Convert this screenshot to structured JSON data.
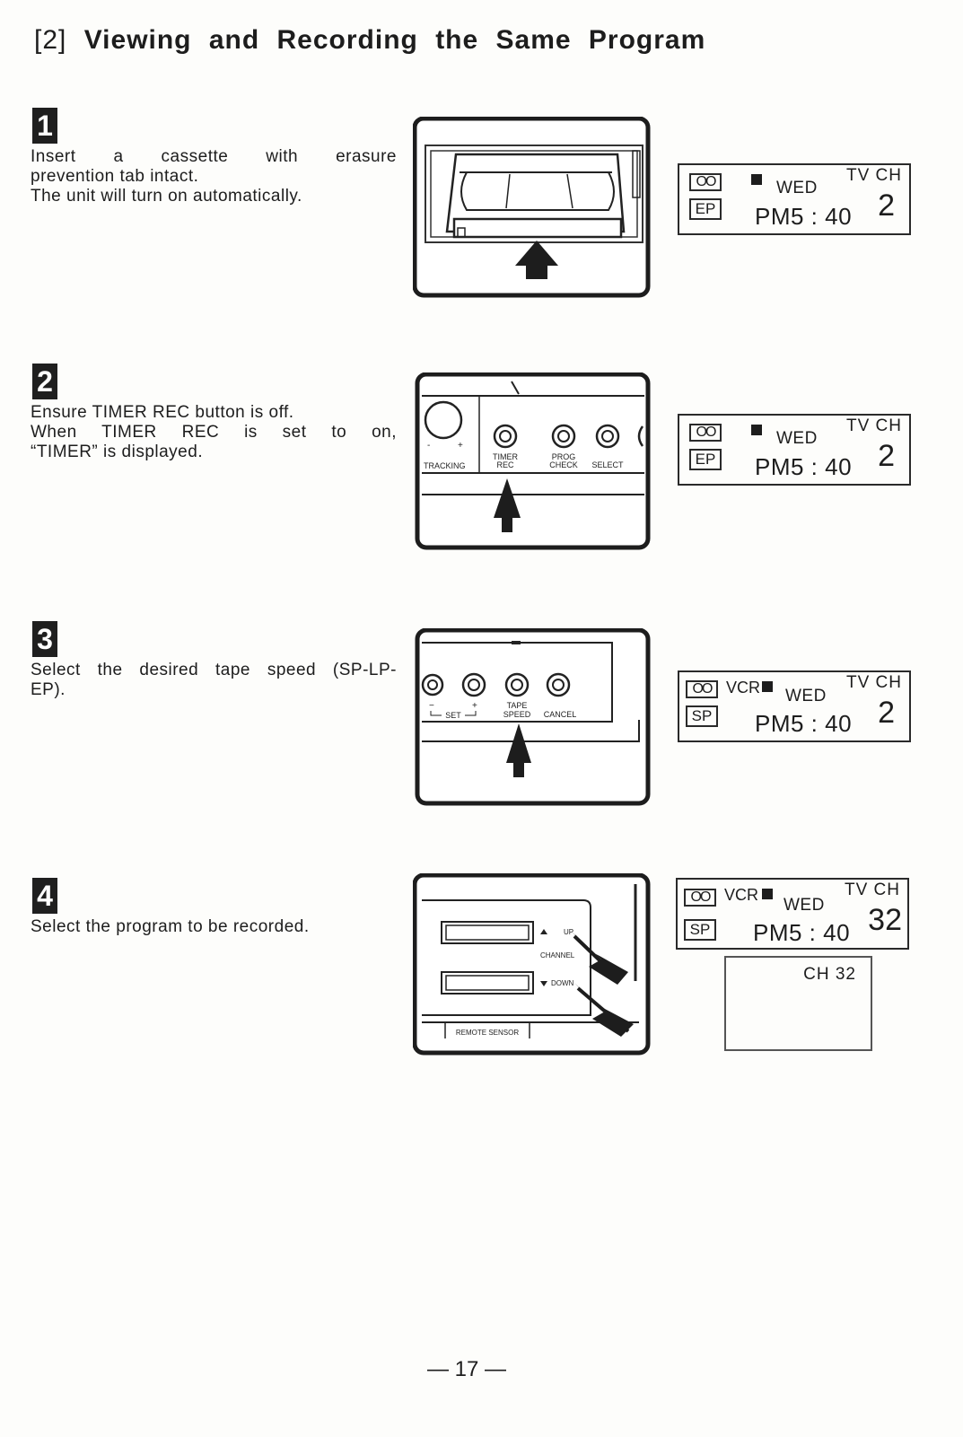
{
  "title": {
    "section": "[2]",
    "text": "Viewing and Recording the Same Program"
  },
  "steps": [
    {
      "number": "1",
      "lines": [
        "Insert a cassette with erasure",
        "prevention tab intact.",
        "The unit will turn on automatically."
      ],
      "display": {
        "cassette": "OO",
        "speed": "EP",
        "vcr": "",
        "day": "WED",
        "tv_ch_label": "TV CH",
        "time": "PM5 : 40",
        "channel": "2"
      }
    },
    {
      "number": "2",
      "lines": [
        "Ensure TIMER REC button is off.",
        "When TIMER REC is set to on,",
        "“TIMER” is displayed."
      ],
      "illustration_labels": {
        "tracking": "TRACKING",
        "minus": "-",
        "plus": "+",
        "timer_rec_1": "TIMER",
        "timer_rec_2": "REC",
        "prog_check_1": "PROG",
        "prog_check_2": "CHECK",
        "select": "SELECT"
      },
      "display": {
        "cassette": "OO",
        "speed": "EP",
        "vcr": "",
        "day": "WED",
        "tv_ch_label": "TV CH",
        "time": "PM5 : 40",
        "channel": "2"
      }
    },
    {
      "number": "3",
      "lines": [
        "Select the desired tape speed (SP-LP-",
        "EP)."
      ],
      "illustration_labels": {
        "minus": "−",
        "plus": "+",
        "set": "SET",
        "tape_speed_1": "TAPE",
        "tape_speed_2": "SPEED",
        "cancel": "CANCEL"
      },
      "display": {
        "cassette": "OO",
        "speed": "SP",
        "vcr": "VCR",
        "day": "WED",
        "tv_ch_label": "TV CH",
        "time": "PM5 : 40",
        "channel": "2"
      }
    },
    {
      "number": "4",
      "lines": [
        "Select the program to be recorded."
      ],
      "illustration_labels": {
        "up": "UP",
        "channel": "CHANNEL",
        "down": "DOWN",
        "remote_sensor": "REMOTE SENSOR"
      },
      "display": {
        "cassette": "OO",
        "speed": "SP",
        "vcr": "VCR",
        "day": "WED",
        "tv_ch_label": "TV CH",
        "time": "PM5 : 40",
        "channel": "32"
      },
      "screen_text": "CH 32"
    }
  ],
  "page_number": "— 17 —"
}
